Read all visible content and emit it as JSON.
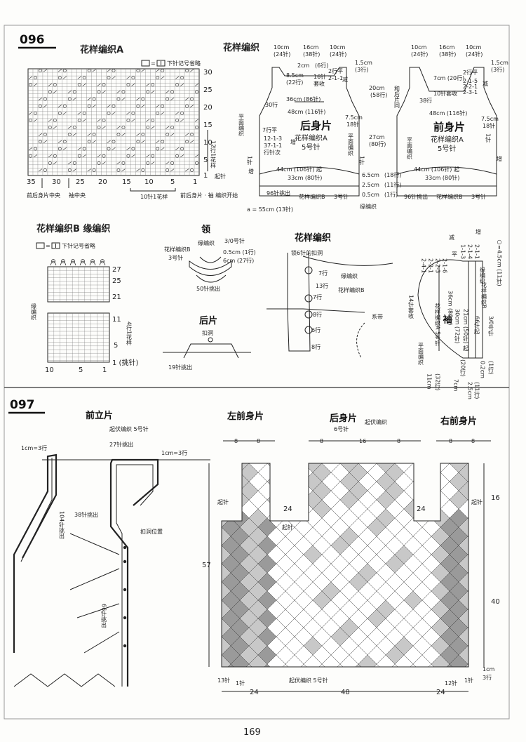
{
  "sections": {
    "s096": "096",
    "s097": "097"
  },
  "chartA": {
    "title": "花样编织A",
    "legend": "下针记号省略",
    "rows": [
      "30",
      "25",
      "20",
      "15",
      "10",
      "5",
      "1"
    ],
    "cols": [
      "35",
      "30",
      "25",
      "20",
      "15",
      "10",
      "5",
      "1"
    ],
    "repeat_rows": "12行1花样",
    "start": "起针",
    "note_center": "前后身片中央",
    "note_sleeve": "袖中央",
    "note_repeat": "10针1花样",
    "note_begin": "前后身片 · 袖 编织开始"
  },
  "backPiece": {
    "header": "花样编织",
    "title": "后身片",
    "pattern": "花样编织A",
    "needle": "5号针",
    "top_dims": [
      "10cm",
      "16cm",
      "10cm"
    ],
    "top_sts": [
      "(24针)",
      "(38针)",
      "(24针)"
    ],
    "neck": [
      "2cm",
      "(6行)",
      "(22行)",
      "8.5cm",
      "16针",
      "套收",
      "2行平",
      "2-1-1",
      "减"
    ],
    "side": [
      "1.5cm",
      "(3行)",
      "20cm",
      "(58行)",
      "7.5cm",
      "18针",
      "平面编织"
    ],
    "mid": [
      "36cm (86针)",
      "30行",
      "48cm (116针)",
      "7行平",
      "12-1-3",
      "37-1-1",
      "行针次",
      "增"
    ],
    "body": [
      "27cm",
      "(80行)",
      "1针",
      "1针",
      "增",
      "44cm (106针) 起",
      "33cm (80针)",
      "6.5cm",
      "(18行)",
      "2.5cm",
      "(11行)",
      "0.5cm",
      "(1行)",
      "平面编织"
    ],
    "bottom": [
      "96针挑出",
      "花样编织B",
      "3号针"
    ],
    "a_note": "a = 55cm (13针)",
    "labels": [
      "缘编织"
    ]
  },
  "frontPiece": {
    "title": "前身片",
    "pattern": "花样编织A",
    "needle": "5号针",
    "top_dims": [
      "10cm",
      "16cm",
      "10cm"
    ],
    "top_sts": [
      "(24针)",
      "(38针)",
      "(24针)"
    ],
    "neck": [
      "7cm (20行)",
      "2行平",
      "2-1-5",
      "2-2-1",
      "2-3-1",
      "减",
      "10针套收"
    ],
    "side": [
      "1.5cm",
      "(3行)",
      "和后片同",
      "38行",
      "48cm (116针)",
      "7.5cm",
      "18针",
      "平面编织",
      "1针",
      "增"
    ],
    "body": [
      "44cm (106针) 起",
      "33cm (80针)"
    ],
    "bottom": [
      "96针挑出",
      "花样编织B",
      "3号针"
    ]
  },
  "chartB": {
    "title": "花样编织B  缘编织",
    "legend": "下针记号省略",
    "rows": [
      "27",
      "25",
      "21",
      "11",
      "5",
      "1 (挑针)"
    ],
    "cols": [
      "10",
      "5",
      "1"
    ],
    "side": "缘编织",
    "repeat": "4行1花样"
  },
  "collar": {
    "title": "领",
    "labels": [
      "缘编织",
      "3/0号针",
      "花样编织B",
      "3号针",
      "0.5cm (1行)",
      "6cm (27行)",
      "50针挑出"
    ]
  },
  "backCollar": {
    "title": "后片",
    "labels": [
      "扣洞",
      "19针挑出"
    ]
  },
  "buttonBand": {
    "title": "花样编织",
    "labels": [
      "锁6针的扣洞",
      "7行",
      "13行",
      "7行",
      "8行",
      "6行",
      "8行",
      "缘编织",
      "花样编织B",
      "系带"
    ]
  },
  "sleeve": {
    "title": "袖",
    "pattern": "花样编织A 5号针",
    "labels": [
      "14针套收",
      "平面编织",
      "30cm (72针)",
      "36cm (86针)",
      "21cm (50针) 起",
      "66针起",
      "3/0号针",
      "缘编织",
      "花样编织B",
      "11cm",
      "(32行)",
      "7cm",
      "(20行)",
      "2.5cm",
      "(11行)",
      "0.2cm",
      "(1行)",
      "○=4.5cm (11针)",
      "2-4-1",
      "2-3-1",
      "2-2-3",
      "2-1-6",
      "减",
      "平",
      "1-1-3",
      "2-1-4",
      "2-1-1",
      "增"
    ]
  },
  "frontBand": {
    "title": "前立片",
    "sub": "起伏编织  5号针",
    "labels": [
      "27针挑出",
      "1cm=3行",
      "1cm=3行",
      "104针挑出",
      "38针挑出",
      "扣洞位置",
      "66针挑出"
    ]
  },
  "motifs": {
    "leftFront": "左前身片",
    "back": "后身片",
    "backSub": "起伏编织",
    "backNeedle": "6号针",
    "rightFront": "右前身片",
    "dims_top_left": [
      "8",
      "8"
    ],
    "dims_top_back": [
      "8",
      "16",
      "8"
    ],
    "dims_top_right": [
      "8",
      "8"
    ],
    "side_left": "57",
    "side_right_a": "16",
    "side_right_b": "40",
    "mid_24a": "24",
    "mid_24b": "24",
    "bottom": [
      "24",
      "48",
      "24"
    ],
    "labels": [
      "起针",
      "起针",
      "起针",
      "起伏编织  5号针",
      "13针",
      "1针",
      "12针",
      "1针",
      "1cm",
      "3行"
    ]
  },
  "page_number": "169",
  "colors": {
    "dark_motif": "#9a9a9a",
    "light_motif": "#ffffff",
    "mid_motif": "#c8c8c8"
  }
}
